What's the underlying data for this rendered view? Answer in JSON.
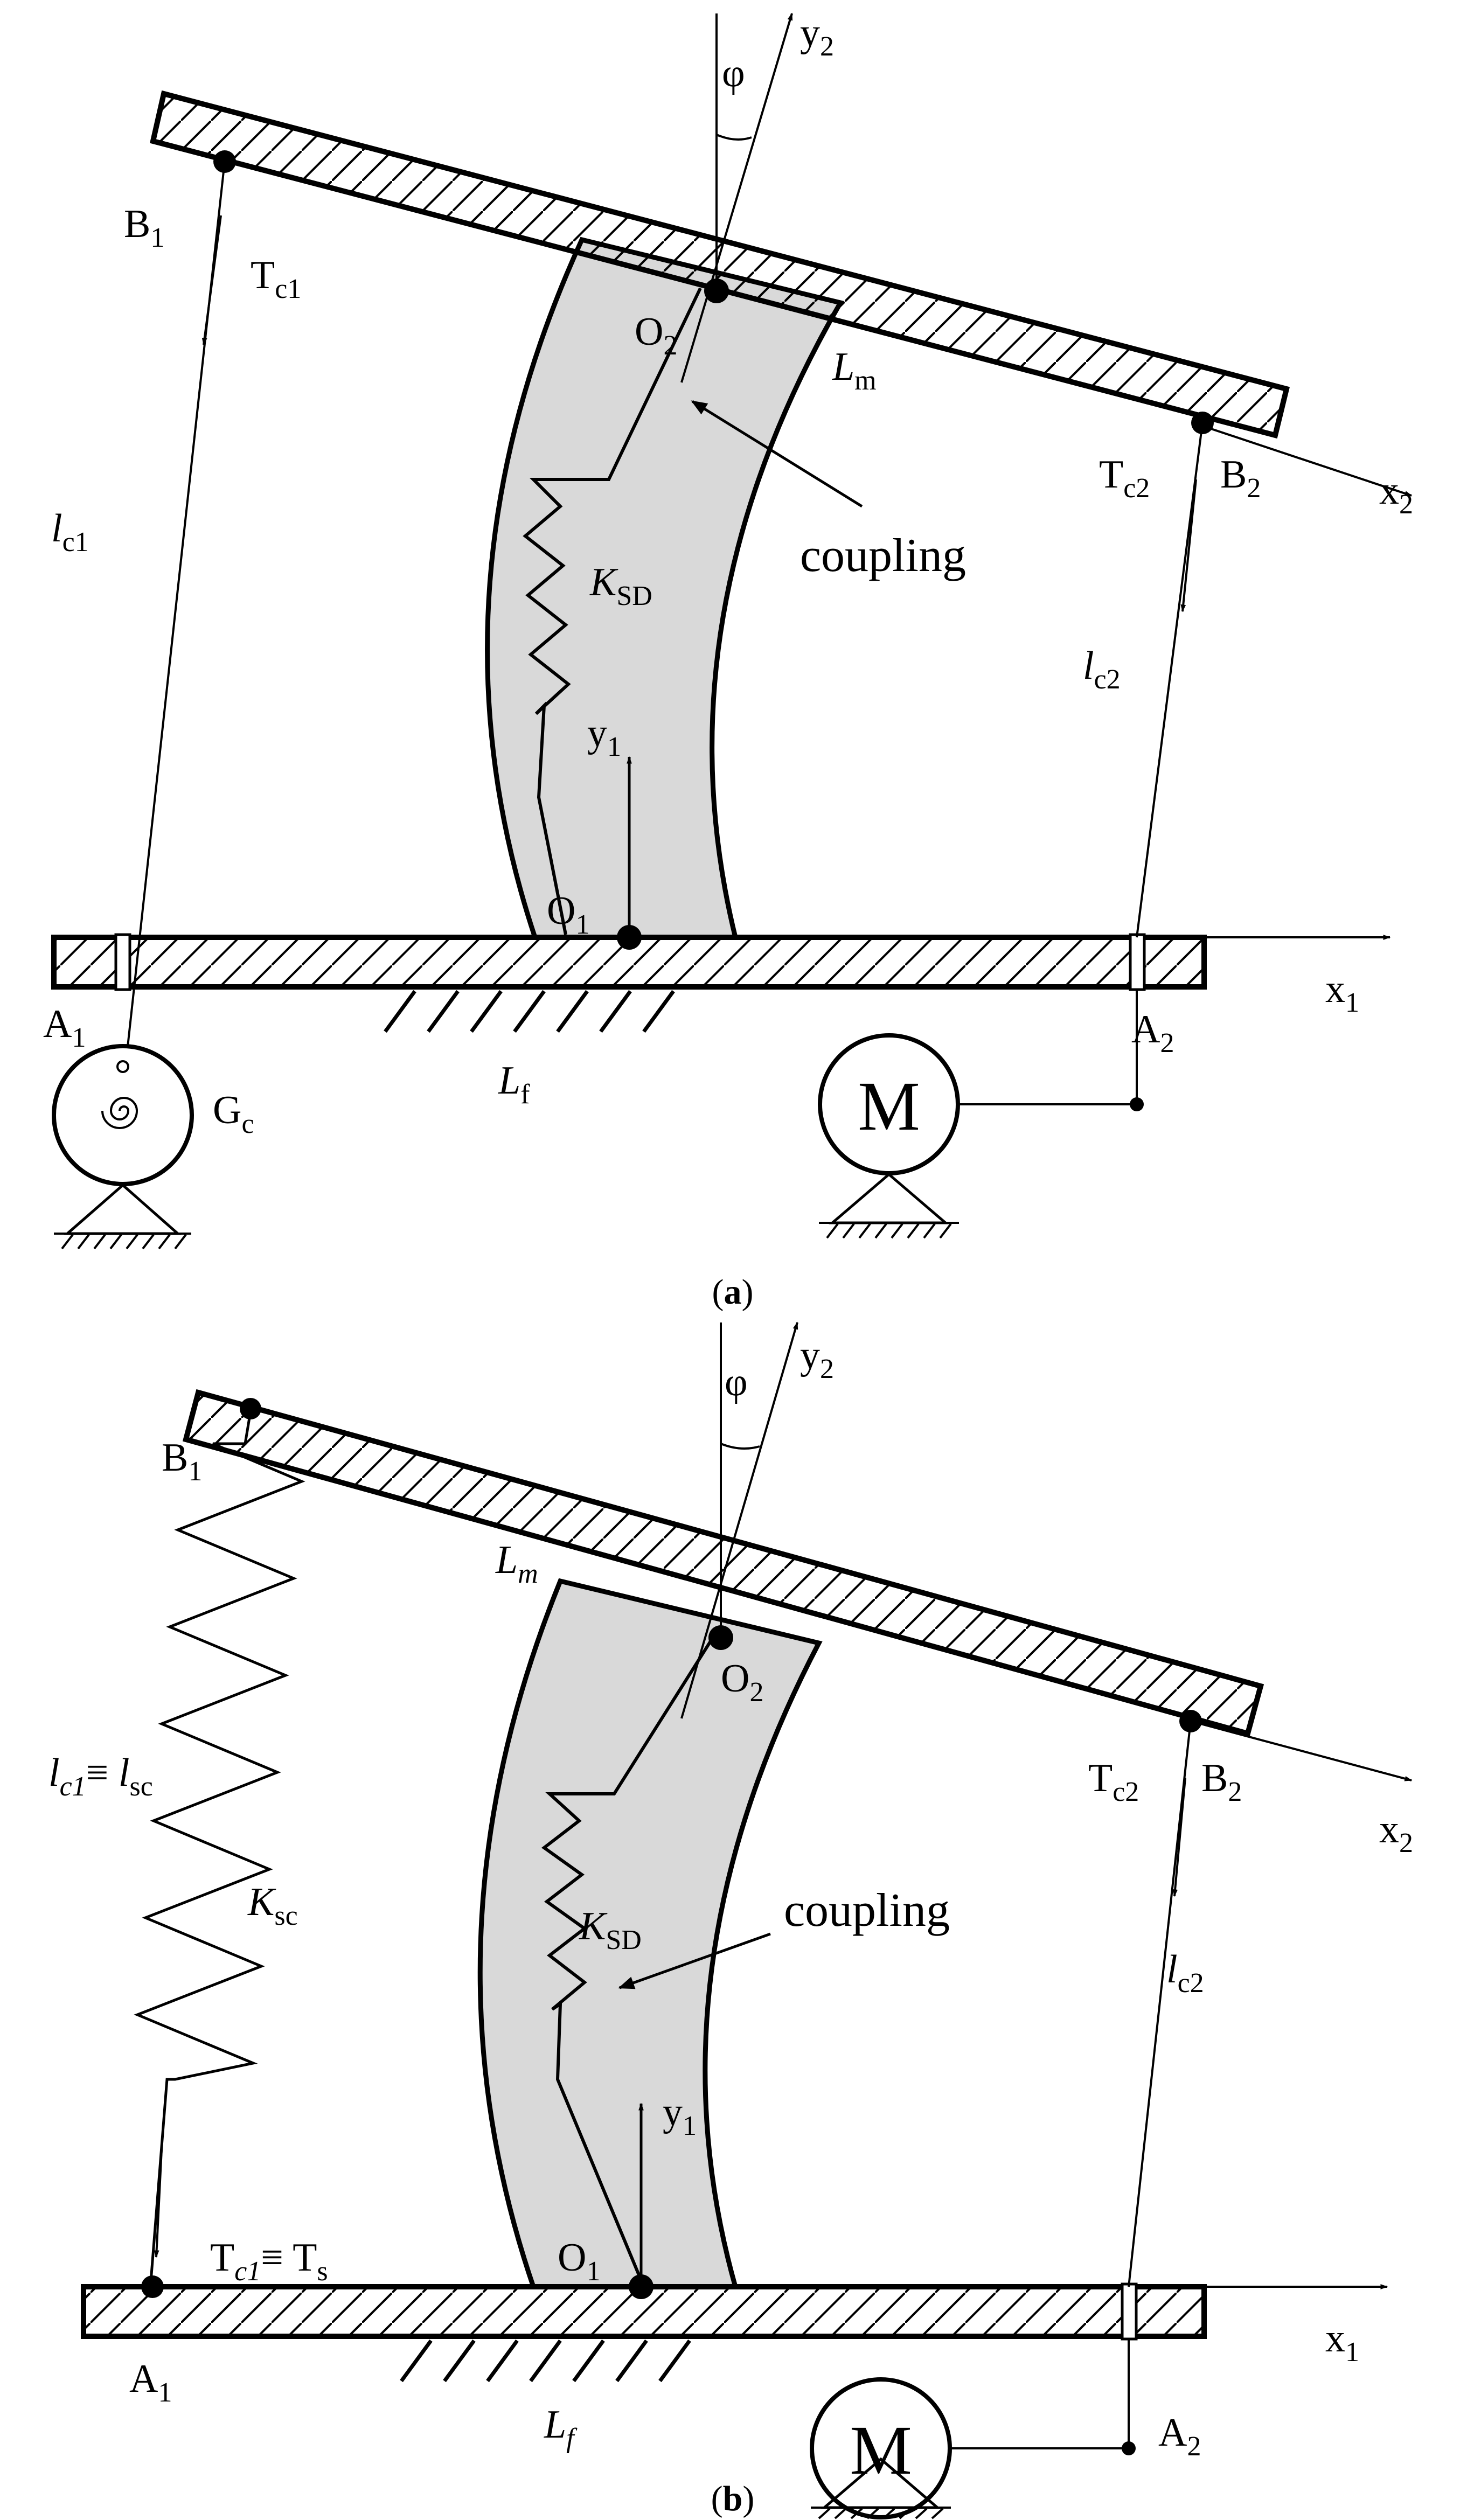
{
  "panel_a": {
    "caption_open": "(",
    "caption_letter": "a",
    "caption_close": ")",
    "B1": {
      "base": "B",
      "sub": "1"
    },
    "B2": {
      "base": "B",
      "sub": "2"
    },
    "A1": {
      "base": "A",
      "sub": "1"
    },
    "A2": {
      "base": "A",
      "sub": "2"
    },
    "O1": {
      "base": "O",
      "sub": "1"
    },
    "O2": {
      "base": "O",
      "sub": "2"
    },
    "Tc1": {
      "base": "T",
      "sub": "c1"
    },
    "Tc2": {
      "base": "T",
      "sub": "c2"
    },
    "lc1": {
      "base": "l",
      "sub": "c1"
    },
    "lc2": {
      "base": "l",
      "sub": "c2"
    },
    "Lm": {
      "base": "L",
      "sub": "m"
    },
    "Lf": {
      "base": "L",
      "sub": "f"
    },
    "KSD": {
      "base": "K",
      "sub": "SD"
    },
    "Gc": {
      "base": "G",
      "sub": "c"
    },
    "x1": {
      "base": "x",
      "sub": "1"
    },
    "x2": {
      "base": "x",
      "sub": "2"
    },
    "y1": {
      "base": "y",
      "sub": "1"
    },
    "y2": {
      "base": "y",
      "sub": "2"
    },
    "phi": "φ",
    "coupling": "coupling",
    "motor": "M"
  },
  "panel_b": {
    "caption_open": "(",
    "caption_letter": "b",
    "caption_close": ")",
    "B1": {
      "base": "B",
      "sub": "1"
    },
    "B2": {
      "base": "B",
      "sub": "2"
    },
    "A1": {
      "base": "A",
      "sub": "1"
    },
    "A2": {
      "base": "A",
      "sub": "2"
    },
    "O1": {
      "base": "O",
      "sub": "1"
    },
    "O2": {
      "base": "O",
      "sub": "2"
    },
    "Tc2": {
      "base": "T",
      "sub": "c2"
    },
    "lc2": {
      "base": "l",
      "sub": "c2"
    },
    "Lm": {
      "base": "L",
      "sub": "m"
    },
    "Lf": {
      "base": "L",
      "sub": "f"
    },
    "KSD": {
      "base": "K",
      "sub": "SD"
    },
    "Ksc": {
      "base": "K",
      "sub": "sc"
    },
    "lc1_lsc": {
      "base1": "l",
      "sub1": "c1",
      "equiv": "≡ ",
      "base2": "l",
      "sub2": "sc"
    },
    "Tc1_Ts": {
      "base1": "T",
      "sub1": "c1",
      "equiv": "≡ ",
      "base2": "T",
      "sub2": "s"
    },
    "x1": {
      "base": "x",
      "sub": "1"
    },
    "x2": {
      "base": "x",
      "sub": "2"
    },
    "y1": {
      "base": "y",
      "sub": "1"
    },
    "y2": {
      "base": "y",
      "sub": "2"
    },
    "phi": "φ",
    "coupling": "coupling",
    "motor": "M"
  }
}
